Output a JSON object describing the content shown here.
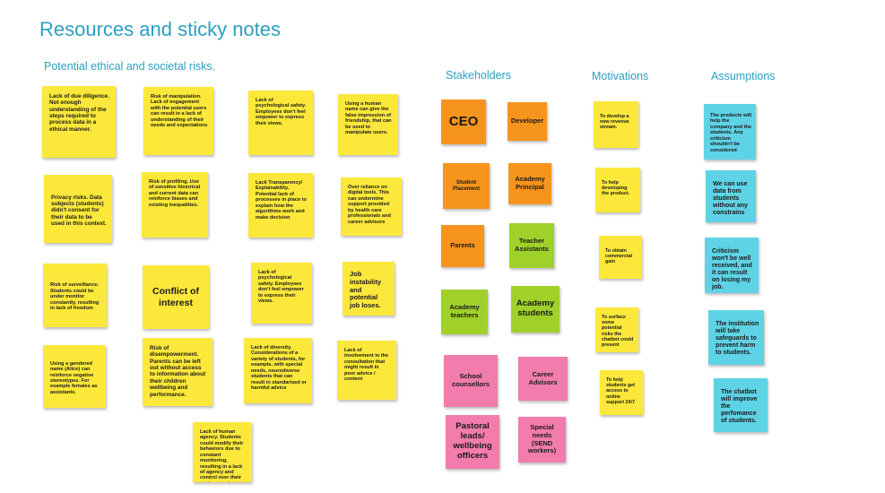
{
  "title": "Resources and sticky notes",
  "headers": {
    "ethics": "Potential ethical and societal risks.",
    "stakeholders": "Stakeholders",
    "motivations": "Motivations",
    "assumptions": "Assumptions"
  },
  "colors": {
    "title": "#2a9fc0",
    "yellow": "#fce83a",
    "orange": "#f7941d",
    "green": "#9fd12a",
    "pink": "#f27cac",
    "cyan": "#5fd3e6"
  },
  "ethics": [
    "Lack of due diligence. Not enough understanding of the steps required to process data in a ethical manner.",
    "Risk of manipulation. Lack of engagement with the potential users can result in a lack of understanding of their needs and expectations",
    "Lack of psychological safety. Employees don't feel empower to express their views.",
    "Using a human name can give the false impression of friendship, that can be used to manipulate users.",
    "Privacy risks. Data subjects (students) didn't consent for their data to be used in this context.",
    "Risk of profiling. Use of sensitive historical and current data can reinforce biases and existing inequalities.",
    "Lack Transparency/ Explainability. Potential lack of processes in place to explain how the algorithms work and make decision",
    "Over reliance on digital tools. This can undermine support provided by health care professionals and career advisors",
    "Risk of surveillance. Students could be under monitor constantly, resulting in lack of freedom",
    "Conflict of interest",
    "Lack of psychological safety. Employees don't feel empower to express their views.",
    "Job instability and potential job loses.",
    "Using a gendered name (Alice) can reinforce negative stereotypes. For example females as assistants.",
    "Risk of disempowerment. Parents can be left out without access to information about their children wellbeing and performance.",
    "Lack of diversity. Considerations of a variety of students, for example, with special needs, neurodiverse students that can result in standarised or harmful advice",
    "Lack of involvement in the consultation that might result in poor advice / content",
    "Lack of human agency. Students could modify their behaviors due to constant monitoring, resulting in a lack of agency and control over their environment."
  ],
  "stakeholders": [
    "CEO",
    "Developer",
    "Student Placement",
    "Academy Principal",
    "Parents",
    "Teacher Assistants",
    "Academy teachers",
    "Academy students",
    "School counsellors",
    "Career Advisors",
    "Pastoral leads/ wellbeing officers",
    "Special needs (SEND workers)"
  ],
  "motivations": [
    "To develop a new revenue stream.",
    "To help developing the product.",
    "To obtain commercial gain",
    "To surface some potential risks the chatbot could present",
    "To help students get access to online support 24/7"
  ],
  "assumptions": [
    "The products will help the company and the students. Any criticism shouldn't be considered",
    "We can use data from students without any constrains",
    "Criticism won't be well received, and it can result on losing my job.",
    "The institution will take safeguards to prevent harm to students.",
    "The chatbot will improve the perfomance of students."
  ]
}
